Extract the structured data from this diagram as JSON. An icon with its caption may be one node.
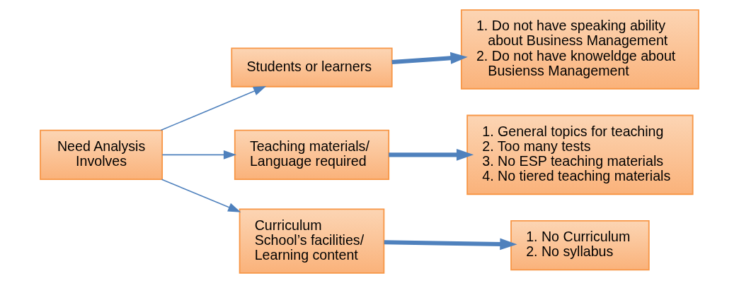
{
  "diagram": {
    "nodes": [
      {
        "text": [
          "Need Analysis Involves"
        ]
      },
      {
        "text": [
          "Students or learners"
        ]
      },
      {
        "text": [
          "Teaching materials/ Language required"
        ]
      },
      {
        "text": [
          "Curriculum",
          "School’s facilities/ Learning content"
        ]
      },
      {
        "text": [
          "1. Do not have speaking ability about Business Management",
          "2. Do not have knoweldge about Busienss Management"
        ]
      },
      {
        "text": [
          "1. General topics for teaching",
          "2. Too many tests",
          "3. No ESP teaching materials",
          "4. No tiered teaching materials"
        ]
      },
      {
        "text": [
          "1. No Curriculum",
          "2. No syllabus"
        ]
      }
    ],
    "edges": [
      {
        "from": 0,
        "to": 1,
        "arrow": "to"
      },
      {
        "from": 0,
        "to": 2,
        "arrow": "to"
      },
      {
        "from": 0,
        "to": 3,
        "arrow": "to"
      },
      {
        "from": 1,
        "to": 4,
        "arrow": "to",
        "style": "thick"
      },
      {
        "from": 2,
        "to": 5,
        "arrow": "to",
        "style": "thick"
      },
      {
        "from": 3,
        "to": 6,
        "arrow": "to",
        "style": "thick"
      }
    ]
  }
}
